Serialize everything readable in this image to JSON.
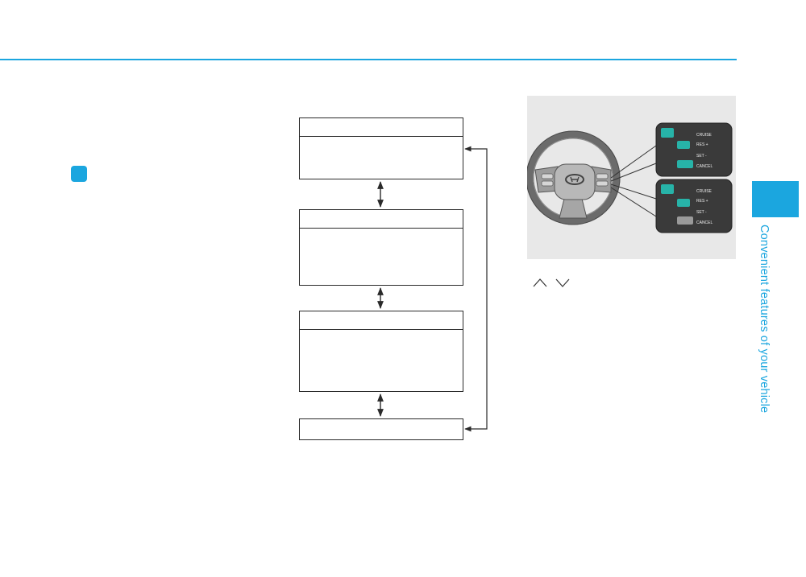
{
  "page": {
    "section_title": "Convenient features of your vehicle",
    "accent_color": "#1ba6df"
  },
  "flowchart": {
    "boxes": [
      {
        "id": "box-1",
        "label": ""
      },
      {
        "id": "box-2",
        "label": ""
      },
      {
        "id": "box-3",
        "label": ""
      },
      {
        "id": "box-4",
        "label": ""
      }
    ]
  },
  "figure": {
    "subject": "steering-wheel-with-cruise-control-switches",
    "switch_labels_top": [
      "CRUISE",
      "RES +",
      "SET -",
      "CANCEL"
    ],
    "switch_labels_bottom": [
      "CRUISE",
      "RES +",
      "SET -",
      "CANCEL"
    ]
  },
  "icons": {
    "up": "chevron-up-icon",
    "down": "chevron-down-icon"
  }
}
